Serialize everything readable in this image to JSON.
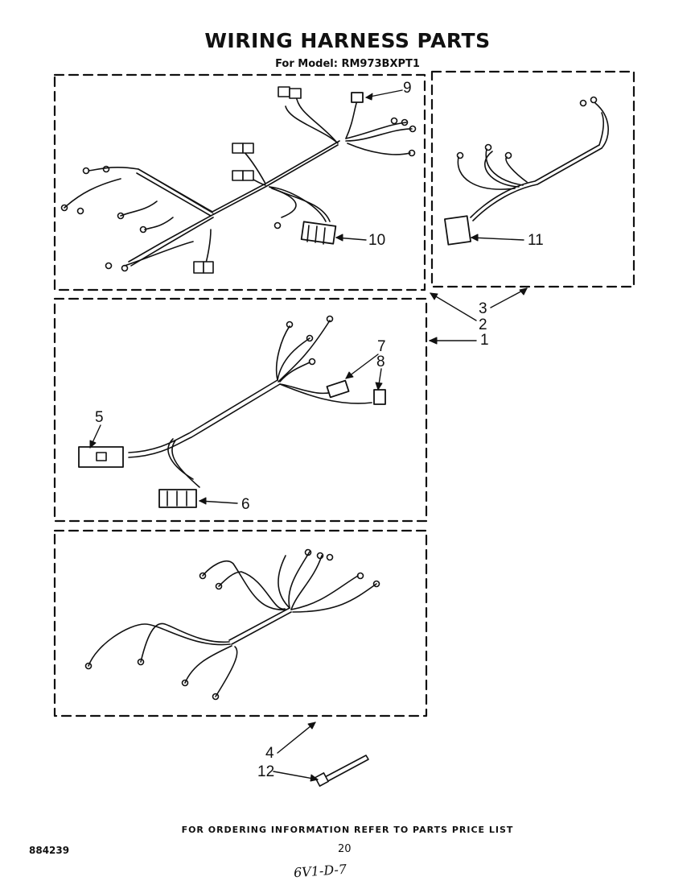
{
  "title": "WIRING HARNESS PARTS",
  "subtitle": "For Model: RM973BXPT1",
  "callouts": {
    "c1": "1",
    "c2": "2",
    "c3": "3",
    "c4": "4",
    "c5": "5",
    "c6": "6",
    "c7": "7",
    "c8": "8",
    "c9": "9",
    "c10": "10",
    "c11": "11",
    "c12": "12"
  },
  "footer": {
    "ordering_note": "FOR ORDERING INFORMATION REFER TO PARTS PRICE LIST",
    "doc_number": "884239",
    "page_number": "20",
    "handwritten_note": "6V1-D-7"
  }
}
